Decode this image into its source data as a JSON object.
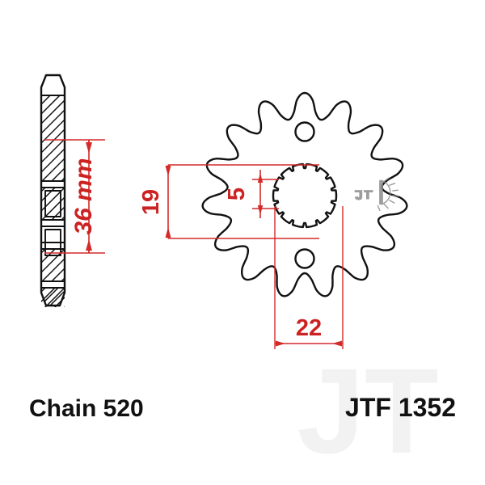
{
  "drawing": {
    "title_left": "Chain 520",
    "title_right": "JTF 1352",
    "watermark_text": "JT",
    "logo_name": "jt-sunburst-logo"
  },
  "dimensions": {
    "thickness": {
      "value": "36 mm",
      "name": "overall-thickness"
    },
    "hub_height": {
      "value": "19",
      "name": "hub-height"
    },
    "spline_step": {
      "value": "5",
      "name": "spline-step-width"
    },
    "hub_width": {
      "value": "22",
      "name": "hub-width"
    }
  },
  "sprocket": {
    "teeth_count": 15,
    "bolt_holes": 2,
    "bore_type": "splined"
  },
  "colors": {
    "dimension_red": "#d42a2a",
    "outline_black": "#111111",
    "background": "#ffffff"
  }
}
